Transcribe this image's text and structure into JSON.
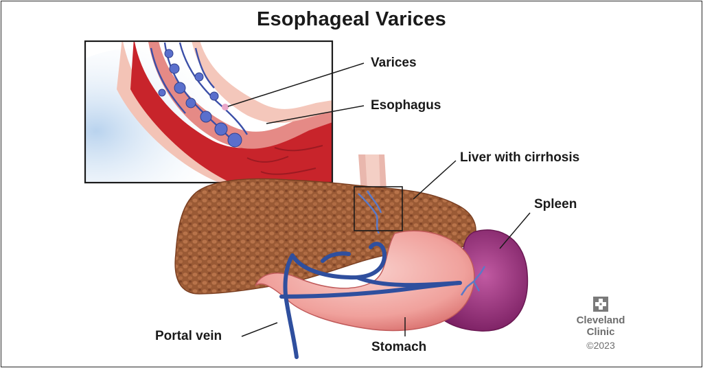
{
  "title": "Esophageal Varices",
  "labels": {
    "varices": "Varices",
    "esophagus": "Esophagus",
    "liver": "Liver with cirrhosis",
    "spleen": "Spleen",
    "portal_vein": "Portal vein",
    "stomach": "Stomach"
  },
  "brand": {
    "name_line1": "Cleveland",
    "name_line2": "Clinic",
    "copyright": "©2023",
    "logo_icon": "cleveland-clinic-logo-icon"
  },
  "colors": {
    "liver": "#9a5a35",
    "esophagus_tissue": "#c8242b",
    "stomach": "#f1a9a4",
    "spleen": "#a1387f",
    "vein": "#2f4f9e",
    "text": "#1a1a1a",
    "brand_gray": "#6d6d6d"
  }
}
